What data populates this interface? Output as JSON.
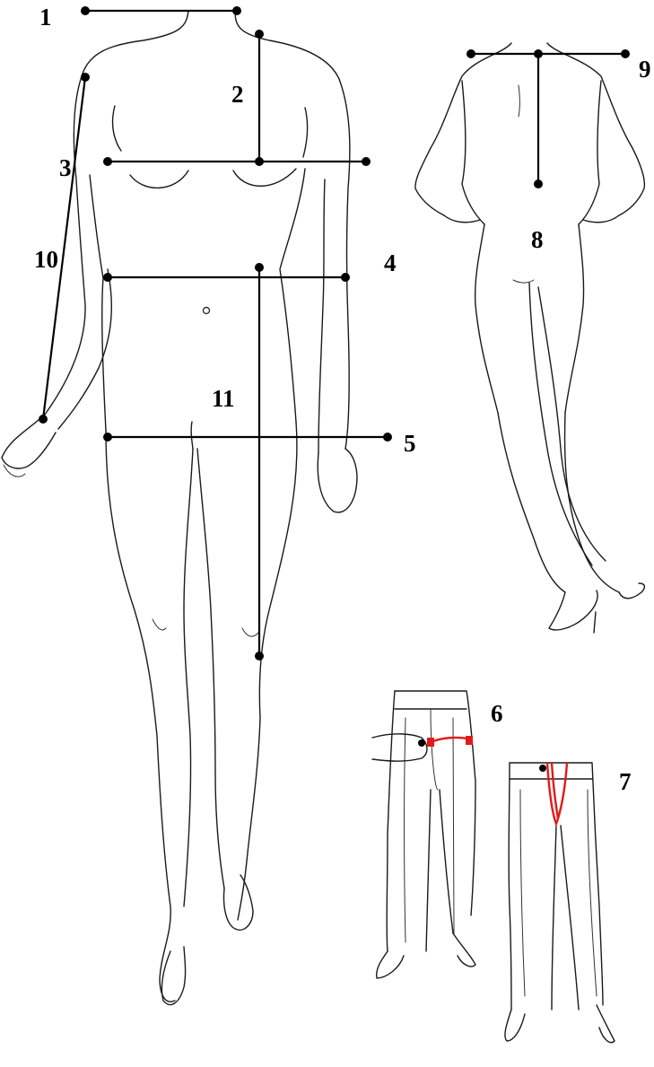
{
  "diagram": {
    "labels": {
      "shoulder_width": "1",
      "bust_point_height": "2",
      "bust": "3",
      "waist": "4",
      "hip": "5",
      "thigh": "6",
      "crotch": "7",
      "back_length": "8",
      "back_width": "9",
      "arm_length": "10",
      "outseam": "11"
    },
    "colors": {
      "ink": "#000000",
      "highlight": "#e11a1a",
      "background": "#ffffff"
    }
  }
}
